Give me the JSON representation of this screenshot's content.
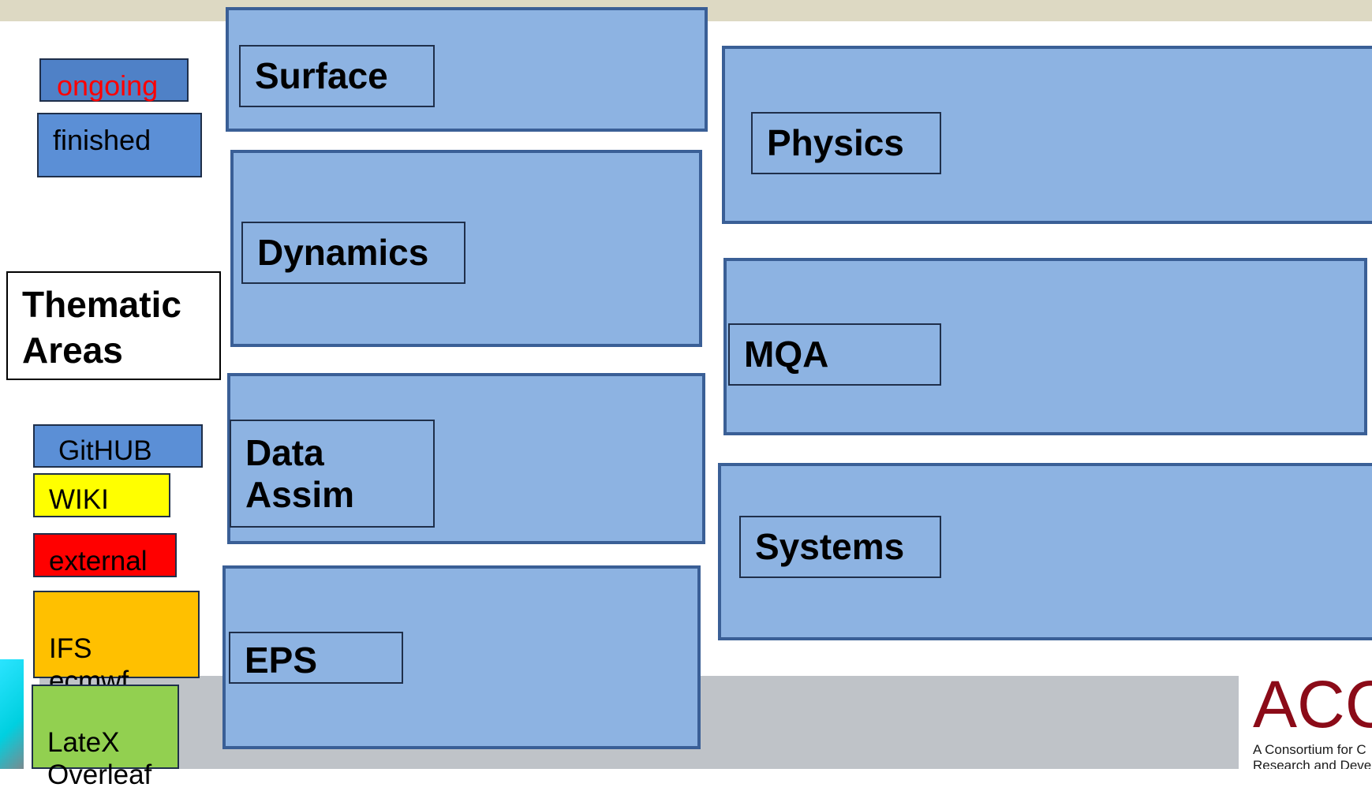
{
  "legend_status": {
    "ongoing": {
      "label": "ongoing",
      "color": "#4f81c7",
      "text_color": "#ff0000"
    },
    "finished": {
      "label": "finished",
      "color": "#5b8fd6",
      "text_color": "#000000"
    }
  },
  "thematic_label": "Thematic\nAreas",
  "legend_tools": [
    {
      "label": "GitHUB",
      "color": "#5b8fd6"
    },
    {
      "label": "WIKI",
      "color": "#ffff00"
    },
    {
      "label": "external",
      "color": "#ff0000"
    },
    {
      "label": "IFS\necmwf",
      "color": "#ffc000"
    },
    {
      "label": "LateX\nOverleaf",
      "color": "#92d050"
    }
  ],
  "areas": {
    "surface": "Surface",
    "dynamics": "Dynamics",
    "data_assim": "Data\nAssim",
    "eps": "EPS",
    "physics": "Physics",
    "mqa": "MQA",
    "systems": "Systems"
  },
  "logo": {
    "text": "ACC",
    "subtitle": "A Consortium for C\nResearch and Deve"
  }
}
